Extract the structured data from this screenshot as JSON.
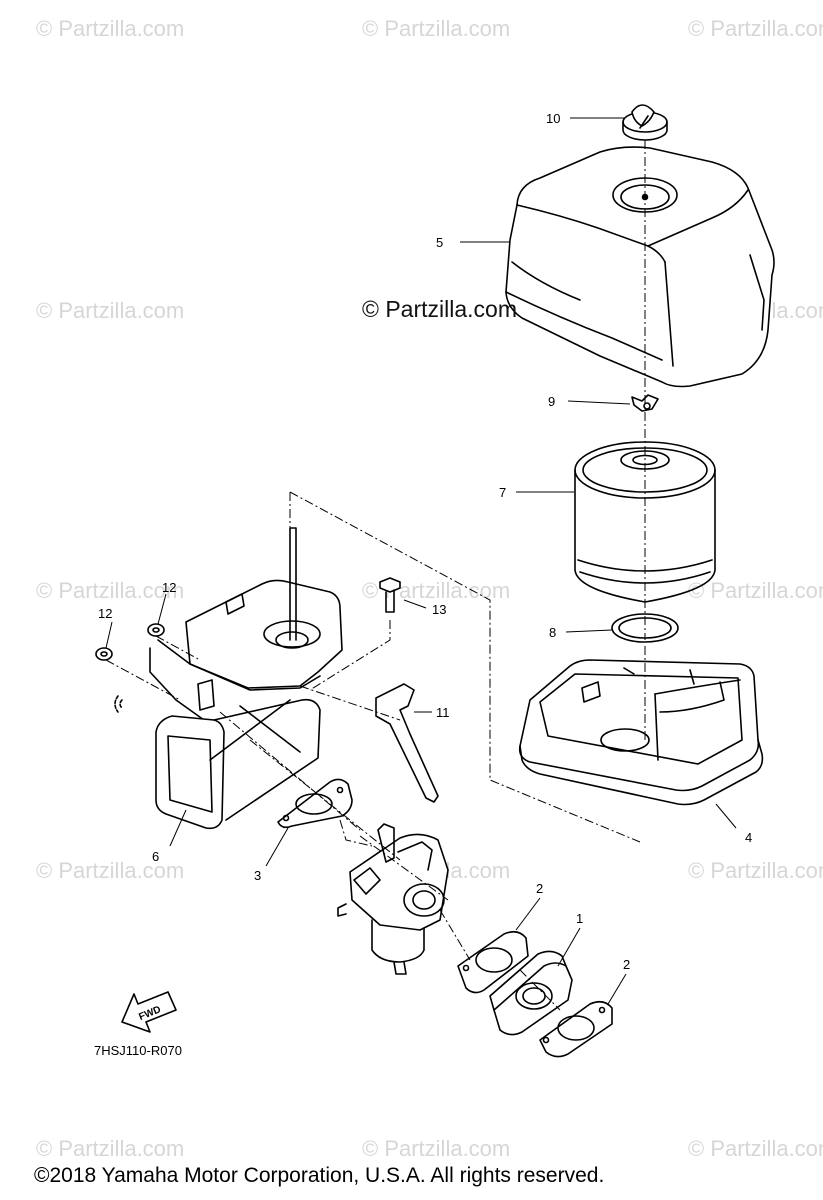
{
  "watermark": "© Partzilla.com",
  "center_watermark": "© Partzilla.com",
  "callouts": [
    "10",
    "5",
    "9",
    "7",
    "8",
    "12",
    "12",
    "13",
    "11",
    "6",
    "3",
    "4",
    "2",
    "1",
    "2"
  ],
  "fwd_label": "FWD",
  "diagram_code": "7HSJ110-R070",
  "copyright": "©2018  Yamaha Motor Corporation, U.S.A. All rights reserved.",
  "colors": {
    "line": "#000000",
    "watermark": "#d6d6d6",
    "background": "#ffffff"
  }
}
